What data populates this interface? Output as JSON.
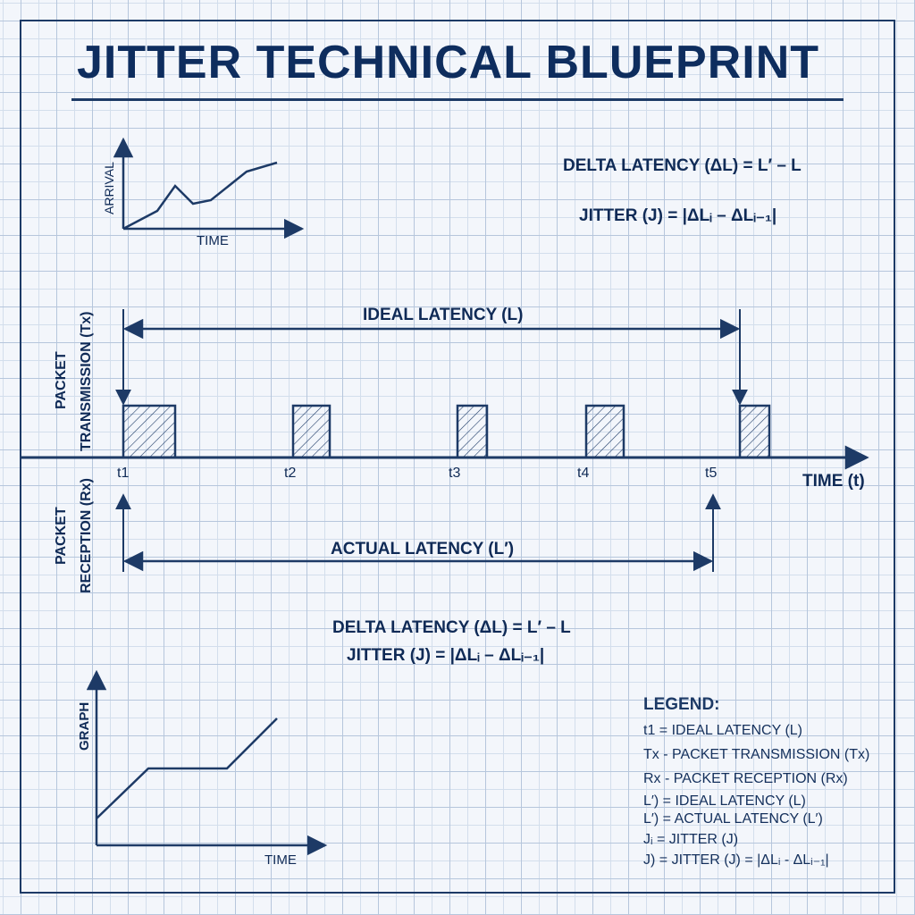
{
  "title": "JITTER TECHNICAL BLUEPRINT",
  "formulas_top": {
    "delta": "DELTA LATENCY (ΔL) = L′ – L",
    "jitter": "JITTER (J) = |ΔLᵢ – ΔLᵢ₋₁|"
  },
  "formulas_mid": {
    "delta": "DELTA LATENCY (ΔL) = L′ – L",
    "jitter": "JITTER (J) = |ΔLᵢ – ΔLᵢ₋₁|"
  },
  "mini_graph_top": {
    "ylabel": "ARRIVAL",
    "xlabel": "TIME"
  },
  "mini_graph_bottom": {
    "ylabel": "GRAPH",
    "xlabel": "TIME"
  },
  "timeline": {
    "tx_label_line1": "PACKET",
    "tx_label_line2": "TRANSMISSION (Tx)",
    "rx_label_line1": "PACKET",
    "rx_label_line2": "RECEPTION (Rx)",
    "ideal_label": "IDEAL LATENCY (L)",
    "actual_label": "ACTUAL LATENCY (L′)",
    "axis_label": "TIME (t)",
    "ticks": [
      "t1",
      "t2",
      "t3",
      "t4",
      "t5"
    ]
  },
  "legend": {
    "title": "LEGEND:",
    "items": [
      "t1 = IDEAL LATENCY (L)",
      "Tx - PACKET TRANSMISSION (Tx)",
      "Rx - PACKET RECEPTION (Rx)",
      "L′) = IDEAL LATENCY (L)",
      "L′) = ACTUAL LATENCY (L′)",
      "Jᵢ = JITTER (J)",
      "J) = JITTER (J) = |ΔLᵢ - ΔLᵢ₋₁|"
    ]
  },
  "colors": {
    "ink": "#1d3a66",
    "grid": "#b6c6dc",
    "paper": "#f3f6fb"
  }
}
